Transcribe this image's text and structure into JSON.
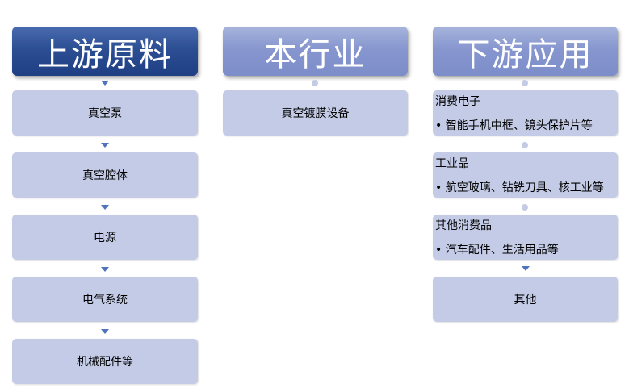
{
  "headers": {
    "upstream": "上游原料",
    "industry": "本行业",
    "downstream": "下游应用"
  },
  "upstream_items": [
    "真空泵",
    "真空腔体",
    "电源",
    "电气系统",
    "机械配件等"
  ],
  "industry_items": [
    "真空镀膜设备"
  ],
  "downstream_items": [
    {
      "title": "消费电子",
      "bullet": "• 智能手机中框、镜头保护片等"
    },
    {
      "title": "工业品",
      "bullet": "• 航空玻璃、钻铣刀具、核工业等"
    },
    {
      "title": "其他消费品",
      "bullet": "• 汽车配件、生活用品等"
    },
    {
      "title": "其他",
      "bullet": ""
    }
  ],
  "colors": {
    "header_dark": "#2c4e93",
    "header_light": "#8796cf",
    "box_fill": "#c3cbe6",
    "arrow": "#4f73bd"
  }
}
